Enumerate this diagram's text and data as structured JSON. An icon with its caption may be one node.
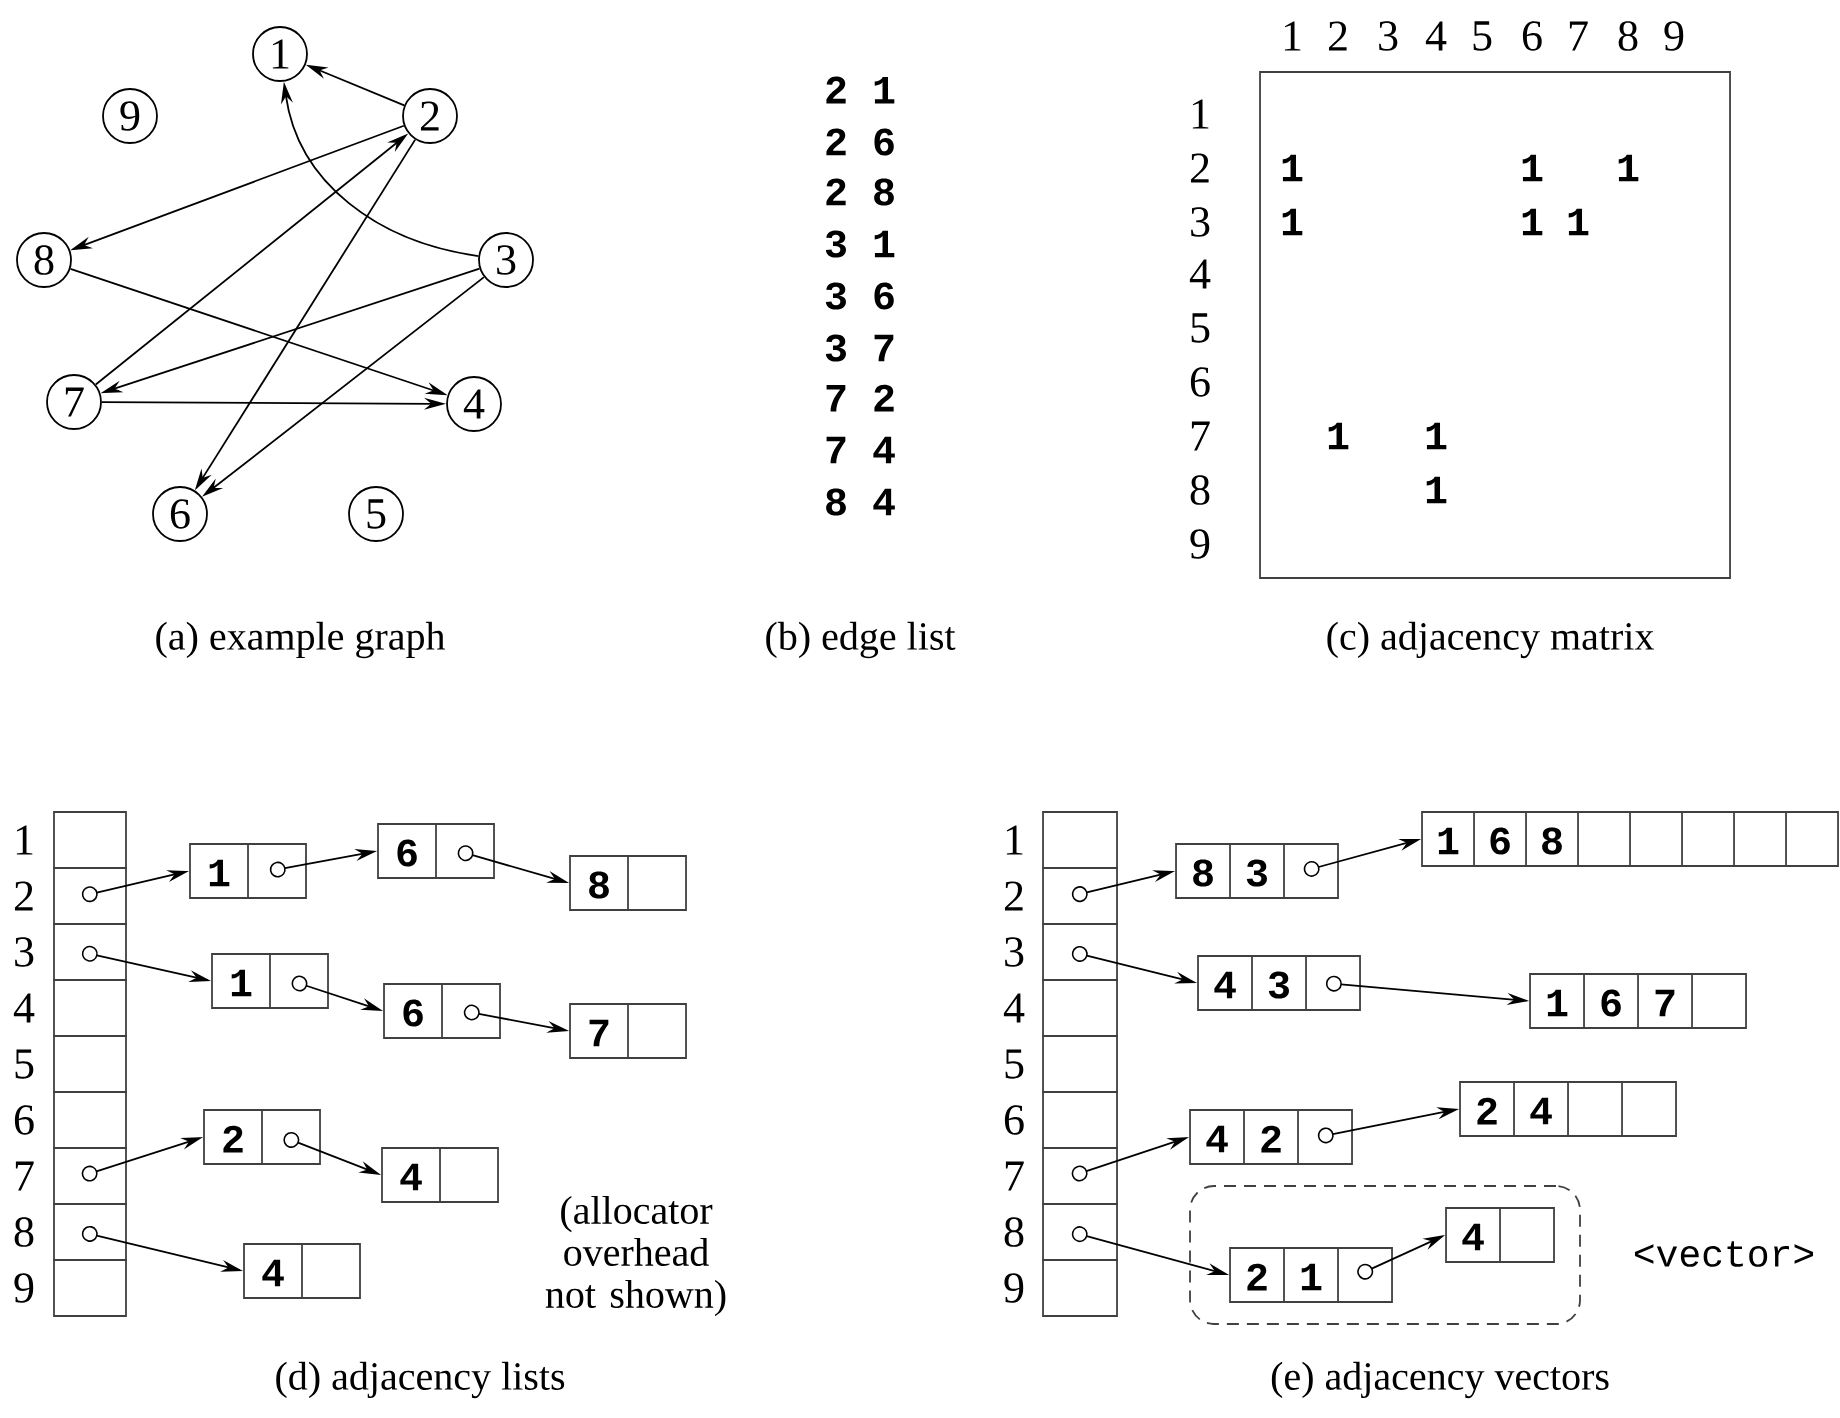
{
  "diagram": {
    "nodes": [
      {
        "text": [
          "1"
        ]
      },
      {
        "text": [
          "2"
        ]
      },
      {
        "text": [
          "3"
        ]
      },
      {
        "text": [
          "4"
        ]
      },
      {
        "text": [
          "5"
        ]
      },
      {
        "text": [
          "6"
        ]
      },
      {
        "text": [
          "7"
        ]
      },
      {
        "text": [
          "8"
        ]
      },
      {
        "text": [
          "9"
        ]
      },
      {
        "text": [
          "1",
          "1",
          "1",
          "1",
          "1",
          "1",
          "1",
          "1",
          "1"
        ]
      },
      {
        "text": [],
        "shape": "box",
        "beside": [
          "1"
        ]
      },
      {
        "text": [],
        "shape": "box",
        "beside": [
          "2"
        ]
      },
      {
        "text": [],
        "shape": "box",
        "beside": [
          "3"
        ]
      },
      {
        "text": [],
        "shape": "box",
        "beside": [
          "4"
        ]
      },
      {
        "text": [],
        "shape": "box",
        "beside": [
          "5"
        ]
      },
      {
        "text": [],
        "shape": "box",
        "beside": [
          "6"
        ]
      },
      {
        "text": [],
        "shape": "box",
        "beside": [
          "7"
        ]
      },
      {
        "text": [],
        "shape": "box",
        "beside": [
          "8"
        ]
      },
      {
        "text": [],
        "shape": "box",
        "beside": [
          "9"
        ]
      },
      {
        "text": [
          "1"
        ]
      },
      {
        "text": [
          "6"
        ]
      },
      {
        "text": [
          "8"
        ]
      },
      {
        "text": [
          "1"
        ]
      },
      {
        "text": [
          "6"
        ]
      },
      {
        "text": [
          "7"
        ]
      },
      {
        "text": [
          "2"
        ]
      },
      {
        "text": [
          "4"
        ]
      },
      {
        "text": [
          "4"
        ]
      },
      {
        "text": [],
        "shape": "box",
        "beside": [
          "1"
        ]
      },
      {
        "text": [],
        "shape": "box",
        "beside": [
          "2"
        ]
      },
      {
        "text": [],
        "shape": "box",
        "beside": [
          "3"
        ]
      },
      {
        "text": [],
        "shape": "box",
        "beside": [
          "4"
        ]
      },
      {
        "text": [],
        "shape": "box",
        "beside": [
          "5"
        ]
      },
      {
        "text": [],
        "shape": "box",
        "beside": [
          "6"
        ]
      },
      {
        "text": [],
        "shape": "box",
        "beside": [
          "7"
        ]
      },
      {
        "text": [],
        "shape": "box",
        "beside": [
          "8"
        ]
      },
      {
        "text": [],
        "shape": "box",
        "beside": [
          "9"
        ]
      },
      {
        "text": [
          "8",
          "3"
        ]
      },
      {
        "text": [
          "1",
          "6",
          "8"
        ]
      },
      {
        "text": [
          "4",
          "3"
        ]
      },
      {
        "text": [
          "1",
          "6",
          "7"
        ]
      },
      {
        "text": [
          "4",
          "2"
        ]
      },
      {
        "text": [
          "2",
          "4"
        ]
      },
      {
        "text": [],
        "shape": "box",
        "beside": [
          "<vector>"
        ]
      },
      {
        "text": [
          "2",
          "1"
        ],
        "in": 43
      },
      {
        "text": [
          "4"
        ],
        "in": 43
      }
    ],
    "edges": [
      {
        "from": 1,
        "to": 0,
        "arrow": "to"
      },
      {
        "from": 1,
        "to": 5,
        "arrow": "to"
      },
      {
        "from": 1,
        "to": 7,
        "arrow": "to"
      },
      {
        "from": 2,
        "to": 0,
        "arrow": "to"
      },
      {
        "from": 2,
        "to": 5,
        "arrow": "to"
      },
      {
        "from": 2,
        "to": 6,
        "arrow": "to"
      },
      {
        "from": 6,
        "to": 1,
        "arrow": "to"
      },
      {
        "from": 6,
        "to": 3,
        "arrow": "to"
      },
      {
        "from": 7,
        "to": 3,
        "arrow": "to"
      },
      {
        "from": 11,
        "to": 19,
        "arrow": "to"
      },
      {
        "from": 19,
        "to": 20,
        "arrow": "to"
      },
      {
        "from": 20,
        "to": 21,
        "arrow": "to"
      },
      {
        "from": 12,
        "to": 22,
        "arrow": "to"
      },
      {
        "from": 22,
        "to": 23,
        "arrow": "to"
      },
      {
        "from": 23,
        "to": 24,
        "arrow": "to"
      },
      {
        "from": 16,
        "to": 25,
        "arrow": "to"
      },
      {
        "from": 25,
        "to": 26,
        "arrow": "to"
      },
      {
        "from": 17,
        "to": 27,
        "arrow": "to"
      },
      {
        "from": 29,
        "to": 37,
        "arrow": "to"
      },
      {
        "from": 37,
        "to": 38,
        "arrow": "to"
      },
      {
        "from": 30,
        "to": 39,
        "arrow": "to"
      },
      {
        "from": 39,
        "to": 40,
        "arrow": "to"
      },
      {
        "from": 34,
        "to": 41,
        "arrow": "to"
      },
      {
        "from": 41,
        "to": 42,
        "arrow": "to"
      },
      {
        "from": 35,
        "to": 44,
        "arrow": "to"
      },
      {
        "from": 44,
        "to": 45,
        "arrow": "to"
      }
    ],
    "labels": [
      "2 1",
      "2 6",
      "2 8",
      "3 1",
      "3 6",
      "3 7",
      "7 2",
      "7 4",
      "8 4",
      "1",
      "2",
      "3",
      "4",
      "5",
      "6",
      "7",
      "8",
      "9",
      "1",
      "2",
      "3",
      "4",
      "5",
      "6",
      "7",
      "8",
      "9",
      "(a) example graph",
      "(b) edge list",
      "(c) adjacency matrix",
      "(allocator overhead not shown)",
      "(d) adjacency lists",
      "(e) adjacency vectors"
    ]
  }
}
